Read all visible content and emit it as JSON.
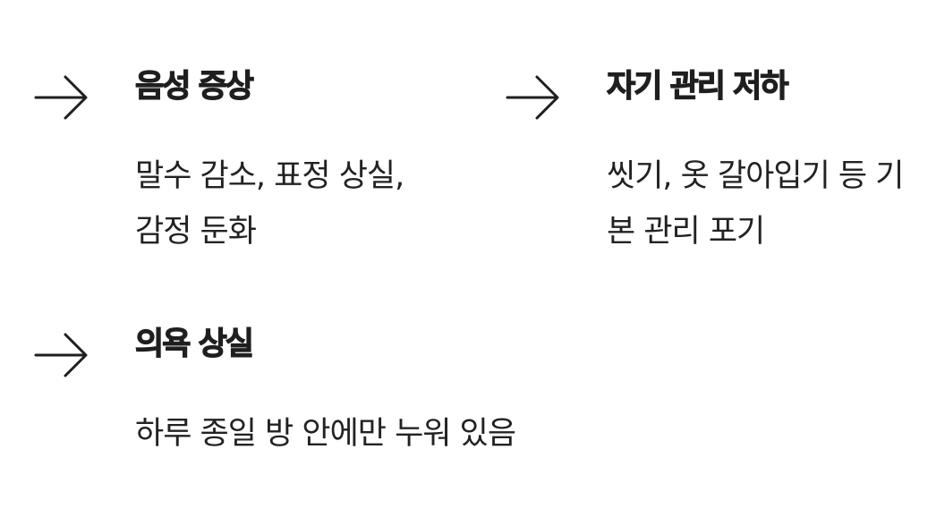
{
  "items": [
    {
      "title": "음성 증상",
      "description": "말수 감소, 표정 상실,\n감정 둔화",
      "icon": "arrow-right-icon"
    },
    {
      "title": "자기 관리 저하",
      "description": "씻기, 옷 갈아입기 등 기\n본 관리 포기",
      "icon": "arrow-right-icon"
    },
    {
      "title": "의욕 상실",
      "description": "하루 종일 방 안에만 누워 있음",
      "icon": "arrow-right-icon"
    }
  ],
  "colors": {
    "text": "#1f1f1f",
    "background": "#ffffff"
  }
}
